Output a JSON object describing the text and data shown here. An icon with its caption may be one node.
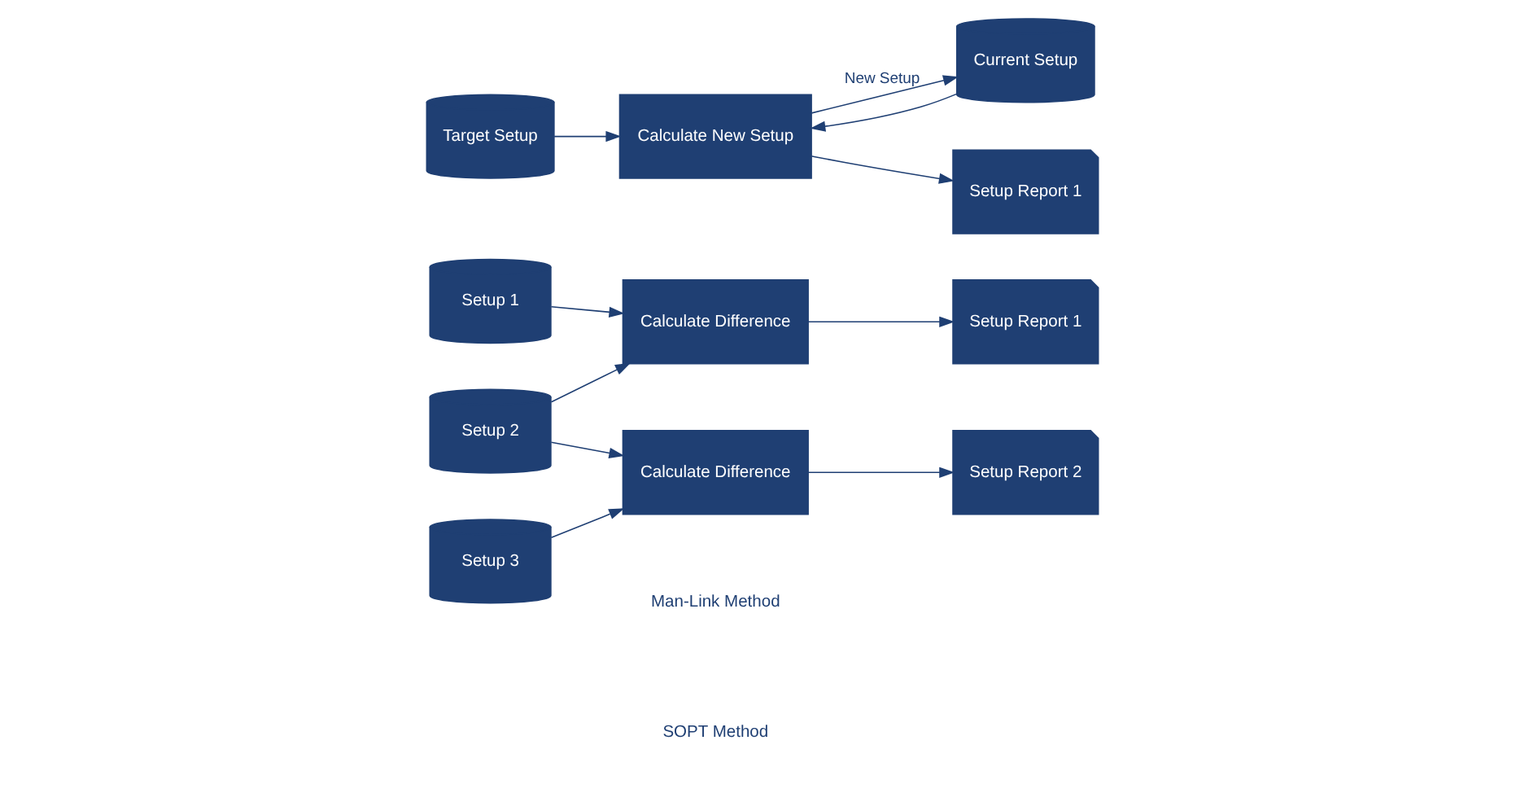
{
  "diagram": {
    "nodes": [
      {
        "text": [
          "Setup 1"
        ]
      },
      {
        "text": [
          "Setup 2"
        ]
      },
      {
        "text": [
          "Setup 3"
        ]
      },
      {
        "text": [
          "Calculate Difference"
        ]
      },
      {
        "text": [
          "Setup Report 1"
        ]
      },
      {
        "text": [
          "Calculate Difference"
        ]
      },
      {
        "text": [
          "Setup Report 2"
        ]
      },
      {
        "text": [
          "Current Setup"
        ]
      },
      {
        "text": [
          "Target Setup"
        ]
      },
      {
        "text": [
          "Calculate New Setup"
        ]
      },
      {
        "text": [
          "Setup Report 1"
        ]
      }
    ],
    "edges": [
      {
        "from": 0,
        "to": 3,
        "arrow": "to"
      },
      {
        "from": 1,
        "to": 3,
        "arrow": "to"
      },
      {
        "from": 3,
        "to": 4,
        "arrow": "to"
      },
      {
        "from": 1,
        "to": 5,
        "arrow": "to"
      },
      {
        "from": 2,
        "to": 5,
        "arrow": "to"
      },
      {
        "from": 5,
        "to": 6,
        "arrow": "to"
      },
      {
        "from": 7,
        "to": 9,
        "arrow": "to"
      },
      {
        "from": 8,
        "to": 9,
        "arrow": "to"
      },
      {
        "from": 9,
        "to": 10,
        "arrow": "to"
      },
      {
        "from": 9,
        "to": 7,
        "arrow": "to",
        "label": "New Setup"
      }
    ],
    "labels": [
      "SOPT Method",
      "Man-Link Method"
    ]
  }
}
